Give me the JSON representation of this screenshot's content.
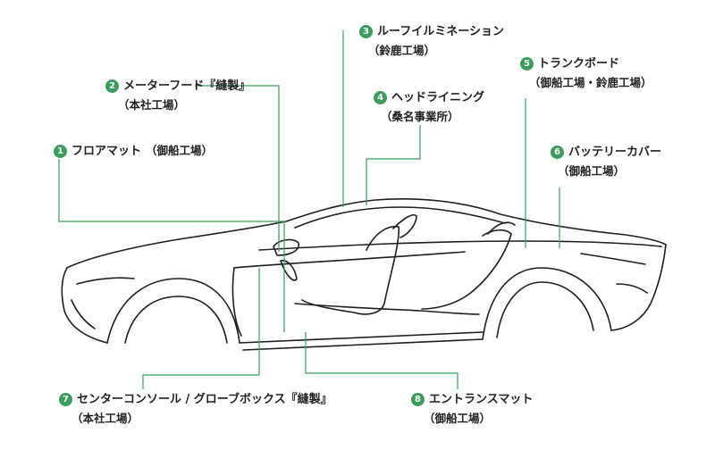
{
  "accent_color": "#3a9d5c",
  "line_color": "#1f1f1f",
  "callouts": [
    {
      "number": "1",
      "label": "フロアマット",
      "location": "（御船工場）"
    },
    {
      "number": "2",
      "label": "メーターフード『縫製』",
      "location": "（本社工場）"
    },
    {
      "number": "3",
      "label": "ルーフイルミネーション",
      "location": "（鈴鹿工場）"
    },
    {
      "number": "4",
      "label": "ヘッドライニング",
      "location": "（桑名事業所）"
    },
    {
      "number": "5",
      "label": "トランクボード",
      "location": "（御船工場・鈴鹿工場）"
    },
    {
      "number": "6",
      "label": "バッテリーカバー",
      "location": "（御船工場）"
    },
    {
      "number": "7",
      "label": "センターコンソール / グローブボックス『縫製』",
      "location": "（本社工場）"
    },
    {
      "number": "8",
      "label": "エントランスマット",
      "location": "（御船工場）"
    }
  ]
}
